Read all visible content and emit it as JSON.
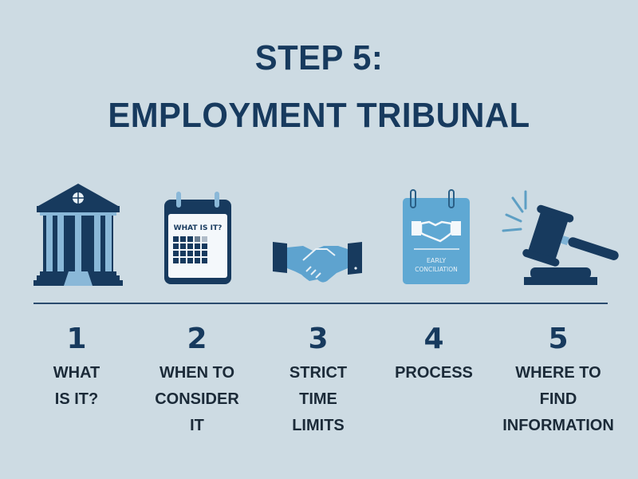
{
  "header": {
    "title_line1": "STEP 5:",
    "title_line2": "EMPLOYMENT TRIBUNAL"
  },
  "icons": [
    {
      "name": "courthouse-icon"
    },
    {
      "name": "calendar-icon",
      "text": "WHAT IS IT?"
    },
    {
      "name": "handshake-icon"
    },
    {
      "name": "early-conciliation-notepad-icon",
      "text_line1": "EARLY",
      "text_line2": "CONCILIATION"
    },
    {
      "name": "gavel-icon"
    }
  ],
  "steps": [
    {
      "number": "1",
      "label": "WHAT\nIS IT?"
    },
    {
      "number": "2",
      "label": "WHEN TO\nCONSIDER\nIT"
    },
    {
      "number": "3",
      "label": "STRICT\nTIME\nLIMITS"
    },
    {
      "number": "4",
      "label": "PROCESS"
    },
    {
      "number": "5",
      "label": "WHERE TO\nFIND\nINFORMATION"
    }
  ],
  "colors": {
    "background": "#cddbe3",
    "navy": "#173a5e",
    "light_blue": "#7fb3d6",
    "notepad_blue": "#5fa8d3"
  }
}
